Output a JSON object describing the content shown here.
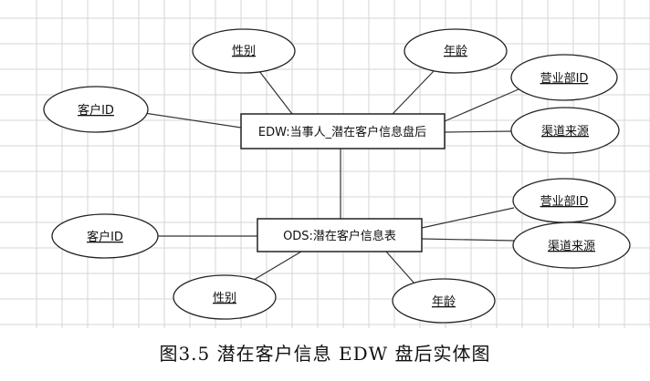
{
  "diagram": {
    "entities": [
      {
        "id": "edw",
        "label": "EDW:当事人_潜在客户信息盘后"
      },
      {
        "id": "ods",
        "label": "ODS:潜在客户信息表"
      }
    ],
    "edw_attributes": [
      {
        "id": "edw_gender",
        "label": "性别"
      },
      {
        "id": "edw_age",
        "label": "年龄"
      },
      {
        "id": "edw_customer_id",
        "label": "客户ID"
      },
      {
        "id": "edw_dept_id",
        "label": "营业部ID"
      },
      {
        "id": "edw_channel",
        "label": "渠道来源"
      }
    ],
    "ods_attributes": [
      {
        "id": "ods_dept_id",
        "label": "营业部ID"
      },
      {
        "id": "ods_customer_id",
        "label": "客户ID"
      },
      {
        "id": "ods_channel",
        "label": "渠道来源"
      },
      {
        "id": "ods_gender",
        "label": "性别"
      },
      {
        "id": "ods_age",
        "label": "年龄"
      }
    ]
  },
  "caption": "图3.5  潜在客户信息 EDW 盘后实体图"
}
